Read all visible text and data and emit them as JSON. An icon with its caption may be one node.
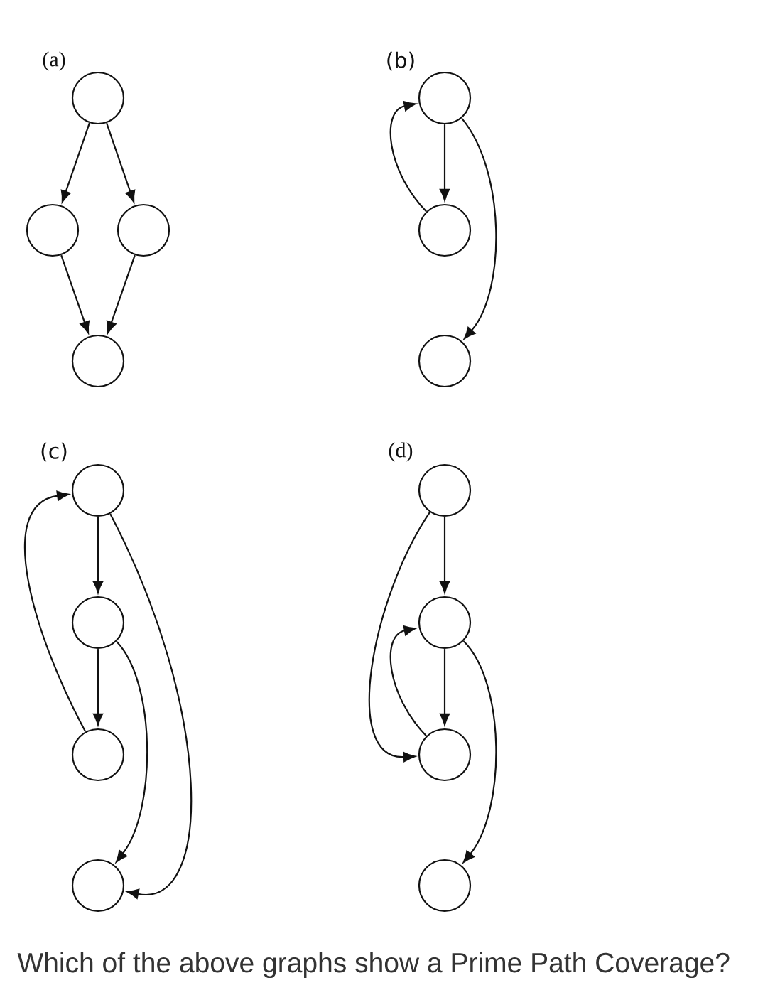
{
  "diagram": {
    "caption": "Which of the above graphs show a Prime Path Coverage?",
    "nodes": [
      {
        "text": [],
        "shape": "circle"
      },
      {
        "text": [],
        "shape": "circle"
      },
      {
        "text": [],
        "shape": "circle"
      },
      {
        "text": [],
        "shape": "circle"
      },
      {
        "text": [],
        "shape": "circle"
      },
      {
        "text": [],
        "shape": "circle"
      },
      {
        "text": [],
        "shape": "circle"
      },
      {
        "text": [],
        "shape": "circle"
      },
      {
        "text": [],
        "shape": "circle"
      },
      {
        "text": [],
        "shape": "circle"
      },
      {
        "text": [],
        "shape": "circle"
      },
      {
        "text": [],
        "shape": "circle"
      },
      {
        "text": [],
        "shape": "circle"
      },
      {
        "text": [],
        "shape": "circle"
      },
      {
        "text": [],
        "shape": "circle"
      }
    ],
    "edges": [
      {
        "from": 0,
        "to": 1,
        "arrow": "to"
      },
      {
        "from": 0,
        "to": 2,
        "arrow": "to"
      },
      {
        "from": 1,
        "to": 3,
        "arrow": "to"
      },
      {
        "from": 2,
        "to": 3,
        "arrow": "to"
      },
      {
        "from": 4,
        "to": 5,
        "arrow": "to"
      },
      {
        "from": 5,
        "to": 4,
        "arrow": "to"
      },
      {
        "from": 4,
        "to": 6,
        "arrow": "to"
      },
      {
        "from": 7,
        "to": 8,
        "arrow": "to"
      },
      {
        "from": 8,
        "to": 9,
        "arrow": "to"
      },
      {
        "from": 9,
        "to": 7,
        "arrow": "to"
      },
      {
        "from": 8,
        "to": 10,
        "arrow": "to"
      },
      {
        "from": 7,
        "to": 10,
        "arrow": "to"
      },
      {
        "from": 11,
        "to": 12,
        "arrow": "to"
      },
      {
        "from": 12,
        "to": 13,
        "arrow": "to"
      },
      {
        "from": 13,
        "to": 12,
        "arrow": "to"
      },
      {
        "from": 11,
        "to": 13,
        "arrow": "to"
      },
      {
        "from": 12,
        "to": 14,
        "arrow": "to"
      }
    ],
    "labels": [
      "(a)",
      "(b)",
      "(c)",
      "(d)"
    ]
  }
}
